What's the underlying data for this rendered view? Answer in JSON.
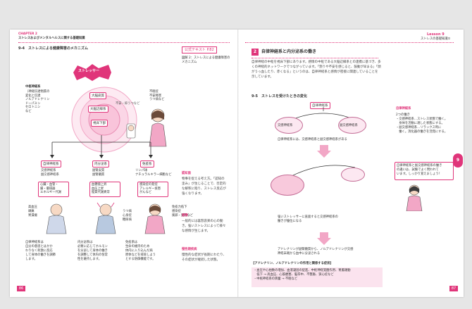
{
  "left_page": {
    "chapter_label": "CHAPTER 2",
    "chapter_title": "ストレスおよびメンタルヘルスに関する基礎知識",
    "figure_title": "9-4　ストレスによる健康障害のメカニズム",
    "stressor_label": "ストレッサー",
    "central_nervous": "中枢神経系",
    "central_nervous_sub": [
      "（神経伝達物質の",
      "変化と伝達",
      "ノルアドレナリン",
      "ドーパミン",
      "セロトニン",
      "など"
    ],
    "cortex_label": "大脳皮質",
    "limbic_label": "大脳辺縁系",
    "hypothalamus_label": "視床下部",
    "emotion_label": "不安・抑うつなど",
    "right_thought": [
      "不眠症",
      "不安障害",
      "うつ病など"
    ],
    "branch_labels": [
      "自律神経系",
      "内分泌系",
      "免疫系"
    ],
    "branch_subs": [
      [
        "交感神経系",
        "副交感神経系"
      ],
      [
        "副腎皮質",
        "副腎髄質"
      ],
      [
        "リンパ球",
        "ナチュラルキラー細胞など"
      ]
    ],
    "effects": [
      [
        "心臓・血管・",
        "腸・循環器",
        "エネルギー代謝"
      ],
      [
        "血糖値上昇",
        "血圧上昇",
        "脂質代謝異常"
      ],
      [
        "感染症の発症",
        "アレルギー疾患",
        "がんなど"
      ]
    ],
    "symptoms": [
      "高血圧",
      "頭痛",
      "胃潰瘍",
      "うつ病",
      "心身症",
      "糖尿病",
      "免疫力低下",
      "感染症",
      "風邪・発熱など"
    ],
    "captions": [
      [
        "自律神経系は",
        "自分の意思とはかか",
        "わりなく刺激に反応",
        "して身体の働きを調節",
        "します。"
      ],
      [
        "内分泌系は",
        "必要に応じてホルモン",
        "を分泌して身体の働き",
        "を調整して体内の恒常",
        "性を維持します。"
      ],
      [
        "免疫系は",
        "生命の維持のため",
        "体内に入り込んだ病",
        "原体などを排除しよう",
        "とする防御機能です。"
      ]
    ],
    "side_ref": "公式テキスト P.82",
    "side_ref_note": [
      "図解 2：ストレスによる健康障害の",
      "メカニズム"
    ],
    "glossary": [
      {
        "title": "認知面",
        "body": "物事を捉える考え方。「認知の歪み」が生じることで、否定的な解釈に陥り、ストレス反応が強くなります。"
      },
      {
        "title": "感情",
        "body": "一般的には喜怒哀楽の心の動き。強いストレスによって様々な感情が生じます。"
      },
      {
        "title": "慢性期疾病",
        "body": "慢性的な症状が長期にわたり、その症状が継続した状態。"
      }
    ],
    "page_number": "86"
  },
  "right_page": {
    "lesson_label": "Lesson 9",
    "lesson_title": "ストレスの基礎知識①",
    "section_num": "2",
    "section_title": "自律神経系と内分泌系の働き",
    "intro": "自律神経の中枢を視床下部にあります。感情の中枢である大脳辺縁系との連携に基づき、多くの神経的ネットワークでつながっています。「怒りや不安を感じると、鼓動が早まる」「顔がうっ血したり、赤くなる」というのは、自律神経系と感情が密接に関連していることを示しています。",
    "figure_title": "9-5　ストレスを受けたときの変化",
    "autonomic_label": "自律神経系",
    "sympathetic_label": "交感神経系",
    "parasympathetic_label": "副交感神経系",
    "balance_note": "自律神経系には、交感神経系と副交感神経系がある",
    "stress_note": [
      "強いストレッサーに直面すると交感神経系の",
      "働きが優位になる"
    ],
    "hormone_note": [
      "アドレナリンが副腎髄質から、ノルアドレナリンが交感",
      "神経末端から血中に分泌される"
    ],
    "box_title": "【アドレナリン、ノルアドレナリンの作用と関係する症状】",
    "box_items": [
      "・血圧や心拍数の増加、血液凝固の促進、中枢神経覚醒作用、胃腸運動",
      "　低下 → 高血圧、心筋梗塞、脳卒中、不整脈、狭心症など",
      "・中枢神経系の興奮 → 不眠など"
    ],
    "side_title": "自律神経系",
    "side_list": [
      "2つの働き",
      "・交感神経系…ストレス状態で働く。",
      "　身体を活動に適した状態にする。",
      "・副交感神経系…リラックス時に",
      "　働く。消化器の働きを活発にする。"
    ],
    "speech": [
      "自律神経系と副交感神経系の働き",
      "の違いは、試験でよく問われて",
      "います。しっかり覚えましょう！"
    ],
    "tab_number": "9",
    "page_number": "87"
  }
}
